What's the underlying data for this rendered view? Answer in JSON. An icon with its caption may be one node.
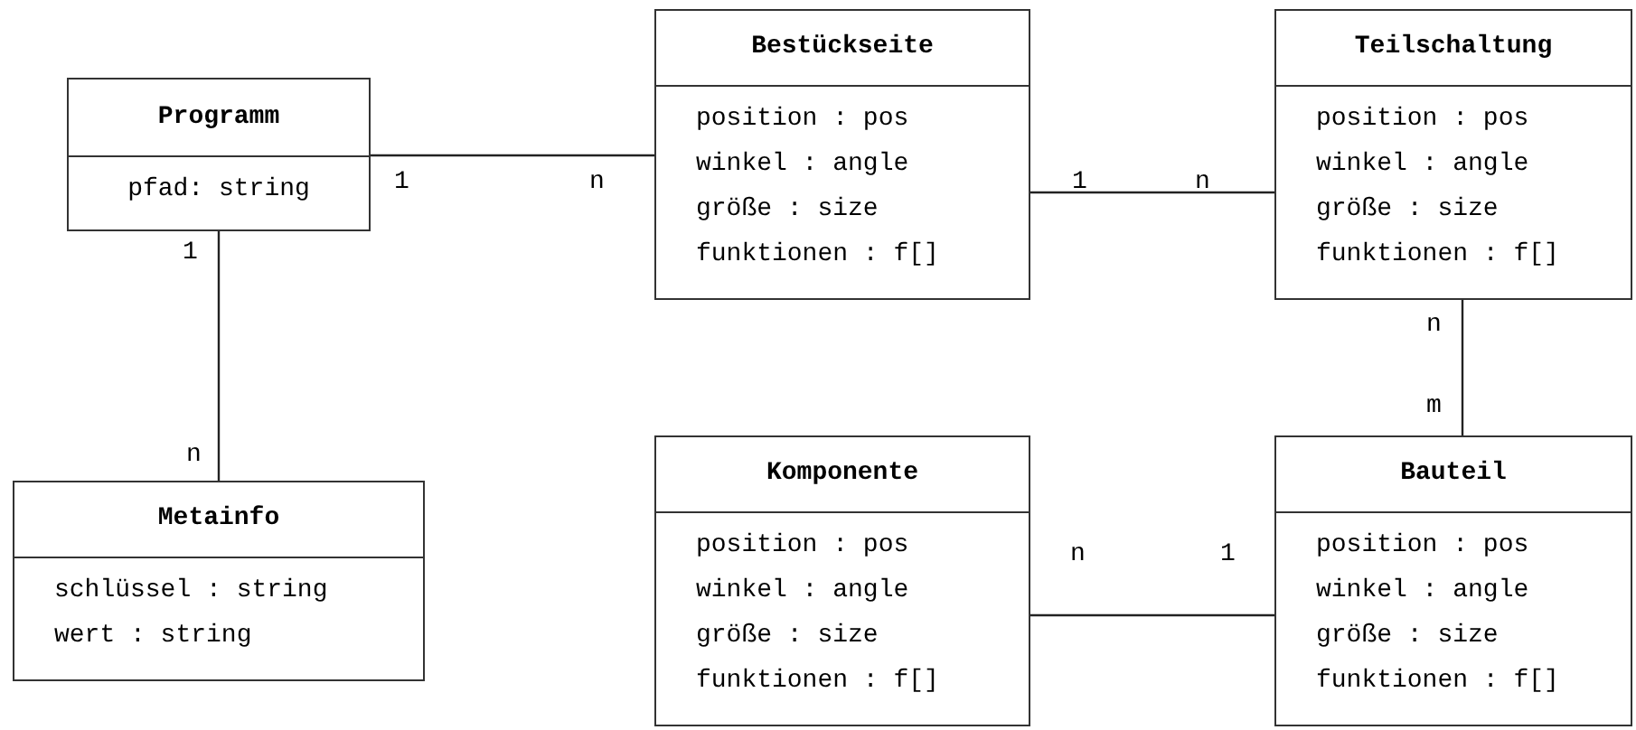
{
  "diagram": {
    "nodes": [
      {
        "text": [
          "Programm",
          "pfad: string"
        ]
      },
      {
        "text": [
          "Bestückseite",
          "position : pos",
          "winkel : angle",
          "größe : size",
          "funktionen : f[]"
        ]
      },
      {
        "text": [
          "Teilschaltung",
          "position : pos",
          "winkel : angle",
          "größe : size",
          "funktionen : f[]"
        ]
      },
      {
        "text": [
          "Metainfo",
          "schlüssel : string",
          "wert : string"
        ]
      },
      {
        "text": [
          "Komponente",
          "position : pos",
          "winkel : angle",
          "größe : size",
          "funktionen : f[]"
        ]
      },
      {
        "text": [
          "Bauteil",
          "position : pos",
          "winkel : angle",
          "größe : size",
          "funktionen : f[]"
        ]
      }
    ],
    "edges": [
      {
        "from": 0,
        "to": 1,
        "arrow": "none"
      },
      {
        "from": 1,
        "to": 2,
        "arrow": "none"
      },
      {
        "from": 0,
        "to": 3,
        "arrow": "none"
      },
      {
        "from": 2,
        "to": 5,
        "arrow": "none"
      },
      {
        "from": 4,
        "to": 5,
        "arrow": "none"
      }
    ],
    "labels": [
      "1",
      "n",
      "1",
      "n",
      "1",
      "n",
      "m",
      "n",
      "n",
      "1"
    ]
  }
}
